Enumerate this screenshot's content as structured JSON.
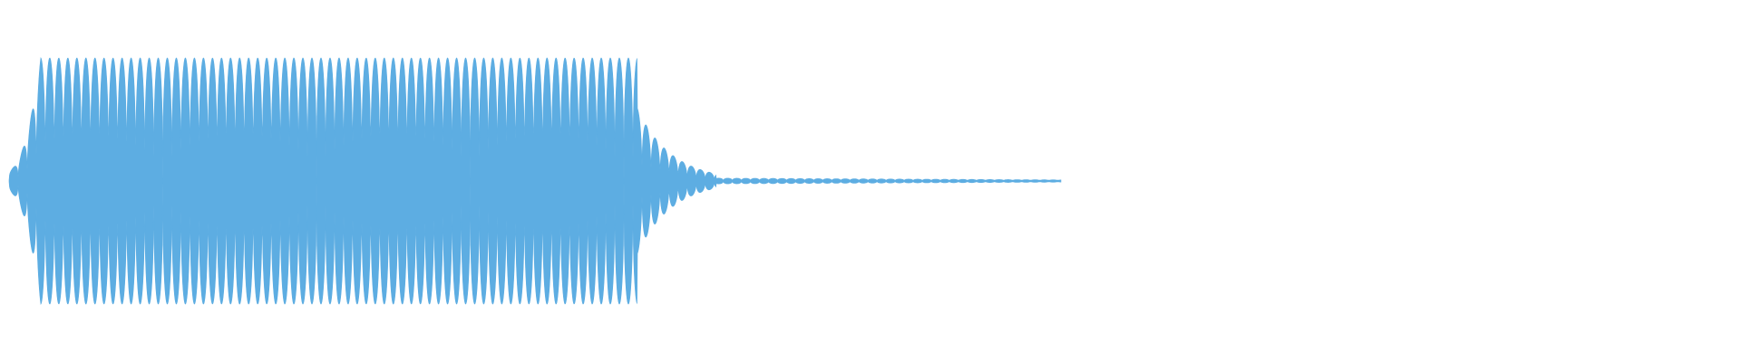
{
  "waveform": {
    "color": "#5dade2",
    "background": "#ffffff",
    "peak_level": 0.85,
    "burst_cycles": 34,
    "segments": [
      {
        "kind": "ramp-in",
        "level_start": 0.08,
        "level_end": 0.85
      },
      {
        "kind": "sustain",
        "level": 0.85
      },
      {
        "kind": "decay",
        "level_start": 0.5,
        "level_end": 0.05
      },
      {
        "kind": "tail",
        "level": 0.02
      }
    ]
  }
}
